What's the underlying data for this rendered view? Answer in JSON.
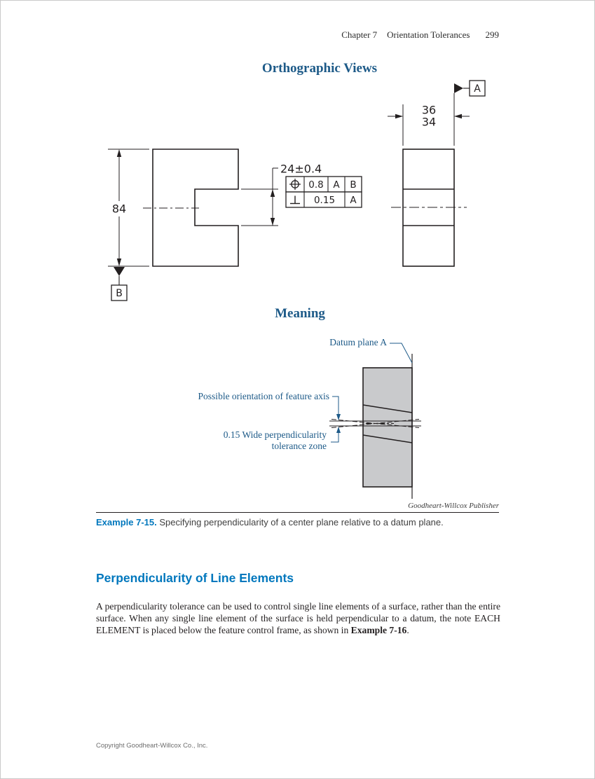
{
  "page": {
    "header_chapter": "Chapter 7",
    "header_title": "Orientation Tolerances",
    "page_number": "299",
    "footer": "Copyright Goodheart-Willcox Co., Inc.",
    "publisher_credit": "Goodheart-Willcox Publisher"
  },
  "titles": {
    "orthographic": "Orthographic Views",
    "meaning": "Meaning"
  },
  "drawing": {
    "dim_height": "84",
    "dim_slot": "24±0.4",
    "dim_width_upper": "36",
    "dim_width_lower": "34",
    "datum_a_label": "A",
    "datum_b_label": "B",
    "fcf_position": {
      "symbol_icon": "position-symbol",
      "tolerance": "0.8",
      "primary_datum": "A",
      "secondary_datum": "B"
    },
    "fcf_perpendicularity": {
      "symbol_icon": "perpendicularity-symbol",
      "tolerance": "0.15",
      "primary_datum": "A"
    }
  },
  "meaning_labels": {
    "datum_plane": "Datum plane A",
    "axis": "Possible orientation of feature axis",
    "zone_line1": "0.15 Wide perpendicularity",
    "zone_line2": "tolerance zone"
  },
  "caption": {
    "label": "Example 7-15.",
    "text": " Specifying perpendicularity of a center plane relative to a datum plane."
  },
  "section": {
    "heading": "Perpendicularity of Line Elements",
    "paragraph_start": "A perpendicularity tolerance can be used to control single line elements of a surface, rather than the entire surface. When any single line element of the surface is held perpendicular to a datum, the note EACH ELEMENT is placed below the feature control frame, as shown in ",
    "paragraph_bold": "Example 7-16",
    "paragraph_end": "."
  },
  "colors": {
    "serif_heading_blue": "#1d5a88",
    "sans_heading_blue": "#0077bd",
    "body_text": "#231f20",
    "part_fill_gray": "#c9cacc"
  }
}
